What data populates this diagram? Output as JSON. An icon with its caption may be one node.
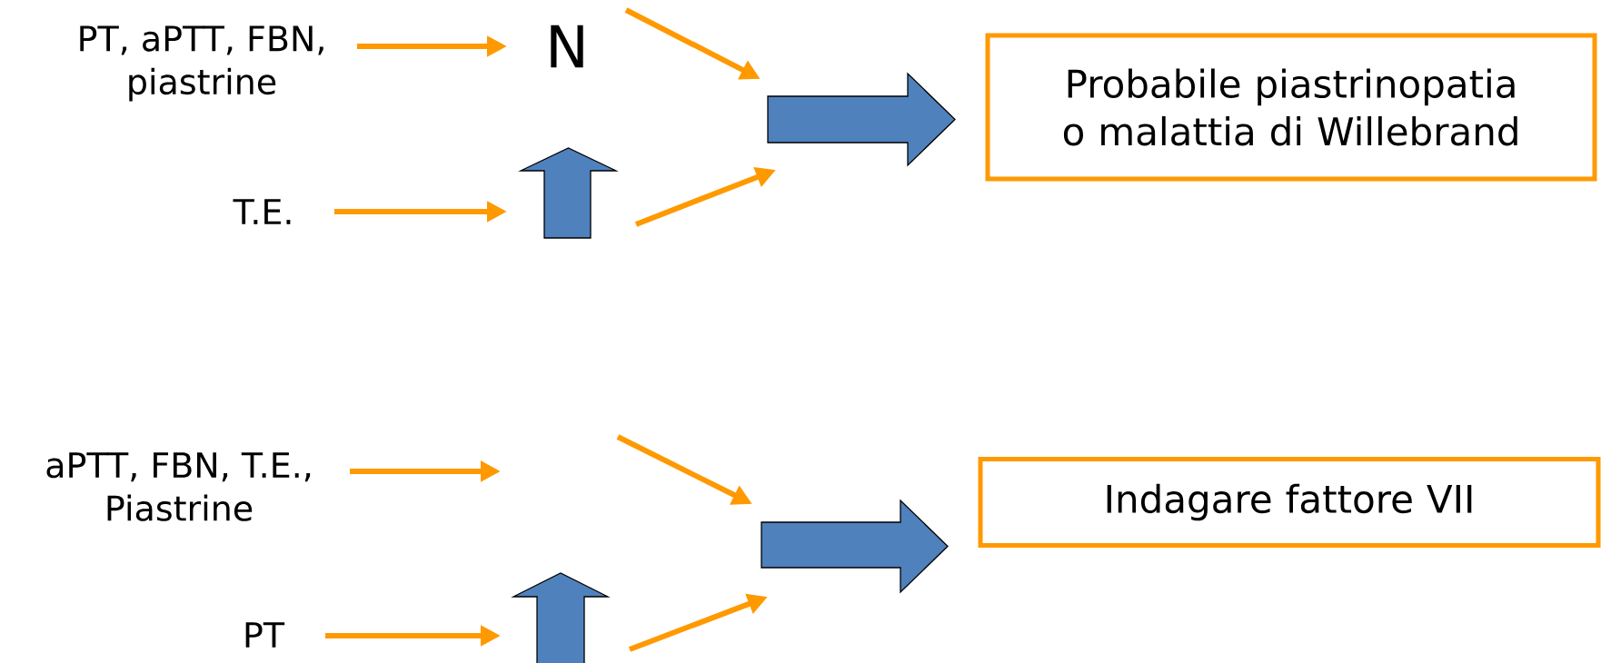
{
  "diagram": {
    "nodes": [
      {
        "text": [
          "PT, aPTT, FBN, piastrine"
        ]
      },
      {
        "text": [
          "N"
        ]
      },
      {
        "text": [],
        "shape": "arrow"
      },
      {
        "text": [
          "T.E."
        ]
      },
      {
        "text": [],
        "shape": "arrow"
      },
      {
        "text": [
          "Probabile piastrinopatia o malattia di Willebrand"
        ]
      },
      {
        "text": [
          "aPTT, FBN, T.E., Piastrine"
        ]
      },
      {
        "text": [
          "PT"
        ]
      },
      {
        "text": [],
        "shape": "arrow"
      },
      {
        "text": [],
        "shape": "arrow"
      },
      {
        "text": [
          "Indagare fattore VII"
        ]
      }
    ],
    "edges": [
      {
        "from": 0,
        "to": 1,
        "arrow": "to"
      },
      {
        "from": 3,
        "to": 2,
        "arrow": "to"
      },
      {
        "from": 1,
        "to": 4,
        "arrow": "to"
      },
      {
        "from": 2,
        "to": 4,
        "arrow": "to"
      },
      {
        "from": 6,
        "to": null,
        "arrow": "to"
      },
      {
        "from": 7,
        "to": 8,
        "arrow": "to"
      },
      {
        "from": null,
        "to": 9,
        "arrow": "to"
      },
      {
        "from": 8,
        "to": 9,
        "arrow": "to"
      }
    ]
  }
}
